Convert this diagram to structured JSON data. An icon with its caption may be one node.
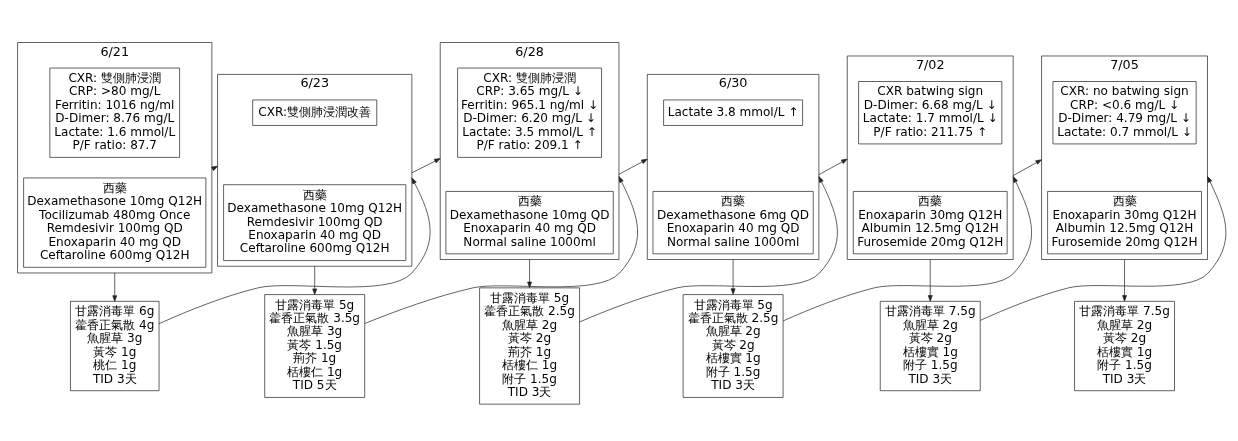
{
  "diagram": {
    "nodes": [
      {
        "text": [
          "6/21"
        ]
      },
      {
        "text": [
          "CXR: 雙側肺浸潤",
          "CRP: >80 mg/L",
          "Ferritin: 1016 ng/ml",
          "D-Dimer: 8.76 mg/L",
          "Lactate: 1.6 mmol/L",
          "P/F ratio: 87.7"
        ],
        "in": 0
      },
      {
        "text": [
          "西藥",
          "Dexamethasone 10mg Q12H",
          "Tocilizumab 480mg Once",
          "Remdesivir 100mg QD",
          "Enoxaparin 40 mg QD",
          "Ceftaroline 600mg Q12H"
        ],
        "in": 0
      },
      {
        "text": [
          "甘露消毒單 6g",
          "藿香正氣散 4g",
          "魚腥草 3g",
          "黃芩 1g",
          "桃仁 1g",
          "TID 3天"
        ]
      },
      {
        "text": [
          "6/23"
        ]
      },
      {
        "text": [
          "CXR:雙側肺浸潤改善"
        ],
        "in": 4
      },
      {
        "text": [
          "西藥",
          "Dexamethasone 10mg Q12H",
          "Remdesivir 100mg QD",
          "Enoxaparin 40 mg QD",
          "Ceftaroline 600mg Q12H"
        ],
        "in": 4
      },
      {
        "text": [
          "甘露消毒單 5g",
          "藿香正氣散 3.5g",
          "魚腥草 3g",
          "黃芩 1.5g",
          "荊芥 1g",
          "栝樓仁 1g",
          "TID 5天"
        ]
      },
      {
        "text": [
          "6/28"
        ]
      },
      {
        "text": [
          "CXR: 雙側肺浸潤",
          "CRP: 3.65 mg/L ↓",
          "Ferritin: 965.1 ng/ml ↓",
          "D-Dimer: 6.20 mg/L ↓",
          "Lactate: 3.5 mmol/L ↑",
          "P/F ratio: 209.1 ↑"
        ],
        "in": 8
      },
      {
        "text": [
          "西藥",
          "Dexamethasone 10mg QD",
          "Enoxaparin 40 mg QD",
          "Normal saline 1000ml"
        ],
        "in": 8
      },
      {
        "text": [
          "甘露消毒單 5g",
          "藿香正氣散 2.5g",
          "魚腥草 2g",
          "黃芩 2g",
          "荊芥 1g",
          "栝樓仁 1g",
          "附子 1.5g",
          "TID 3天"
        ]
      },
      {
        "text": [
          "6/30"
        ]
      },
      {
        "text": [
          "Lactate 3.8 mmol/L ↑"
        ],
        "in": 12
      },
      {
        "text": [
          "西藥",
          "Dexamethasone 6mg QD",
          "Enoxaparin 40 mg QD",
          "Normal saline 1000ml"
        ],
        "in": 12
      },
      {
        "text": [
          "甘露消毒單 5g",
          "藿香正氣散 2.5g",
          "魚腥草 2g",
          "黃芩 2g",
          "栝樓實 1g",
          "附子 1.5g",
          "TID 3天"
        ]
      },
      {
        "text": [
          "7/02"
        ]
      },
      {
        "text": [
          "CXR batwing sign",
          "D-Dimer: 6.68 mg/L ↓",
          "Lactate: 1.7 mmol/L ↓",
          "P/F ratio: 211.75 ↑"
        ],
        "in": 16
      },
      {
        "text": [
          "西藥",
          "Enoxaparin 30mg Q12H",
          "Albumin 12.5mg Q12H",
          "Furosemide 20mg Q12H"
        ],
        "in": 16
      },
      {
        "text": [
          "甘露消毒單 7.5g",
          "魚腥草 2g",
          "黃芩 2g",
          "栝樓實 1g",
          "附子 1.5g",
          "TID 3天"
        ]
      },
      {
        "text": [
          "7/05"
        ]
      },
      {
        "text": [
          "CXR: no batwing sign",
          "CRP: <0.6 mg/L ↓",
          "D-Dimer: 4.79 mg/L ↓",
          "Lactate: 0.7 mmol/L ↓"
        ],
        "in": 20
      },
      {
        "text": [
          "西藥",
          "Enoxaparin 30mg Q12H",
          "Albumin 12.5mg Q12H",
          "Furosemide 20mg Q12H"
        ],
        "in": 20
      },
      {
        "text": [
          "甘露消毒單 7.5g",
          "魚腥草 2g",
          "黃芩 2g",
          "栝樓實 1g",
          "附子 1.5g",
          "TID 3天"
        ]
      }
    ],
    "edges": [
      {
        "from": 0,
        "to": 3,
        "arrow": "to"
      },
      {
        "from": 0,
        "to": 4,
        "arrow": "to"
      },
      {
        "from": 3,
        "to": 4,
        "arrow": "to"
      },
      {
        "from": 4,
        "to": 7,
        "arrow": "to"
      },
      {
        "from": 4,
        "to": 8,
        "arrow": "to"
      },
      {
        "from": 7,
        "to": 8,
        "arrow": "to"
      },
      {
        "from": 8,
        "to": 11,
        "arrow": "to"
      },
      {
        "from": 8,
        "to": 12,
        "arrow": "to"
      },
      {
        "from": 11,
        "to": 12,
        "arrow": "to"
      },
      {
        "from": 12,
        "to": 15,
        "arrow": "to"
      },
      {
        "from": 12,
        "to": 16,
        "arrow": "to"
      },
      {
        "from": 15,
        "to": 16,
        "arrow": "to"
      },
      {
        "from": 16,
        "to": 19,
        "arrow": "to"
      },
      {
        "from": 16,
        "to": 20,
        "arrow": "to"
      },
      {
        "from": 19,
        "to": 20,
        "arrow": "to"
      },
      {
        "from": 20,
        "to": 23,
        "arrow": "to"
      }
    ]
  }
}
